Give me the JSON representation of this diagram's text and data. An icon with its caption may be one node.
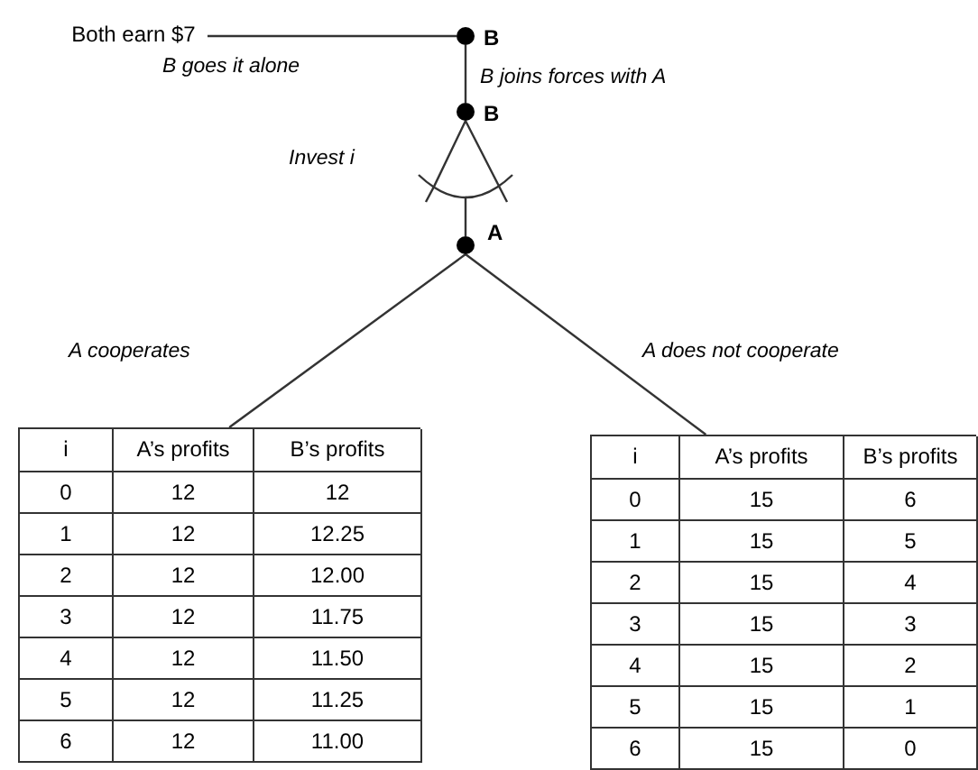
{
  "diagram": {
    "nodes": [
      {
        "text": [
          "Both earn $7"
        ]
      },
      {
        "text": [],
        "shape": "circle",
        "beside": [
          "B"
        ]
      },
      {
        "text": [],
        "shape": "circle",
        "beside": [
          "B"
        ]
      },
      {
        "text": [],
        "shape": "circle",
        "beside": [
          "A"
        ]
      },
      {
        "text": [
          "i",
          "A’s profits",
          "B’s profits",
          "0",
          "12",
          "12",
          "1",
          "12",
          "12.25",
          "2",
          "12",
          "12.00",
          "3",
          "12",
          "11.75",
          "4",
          "12",
          "11.50",
          "5",
          "12",
          "11.25",
          "6",
          "12",
          "11.00"
        ]
      },
      {
        "text": [
          "i",
          "A’s profits",
          "B’s profits",
          "0",
          "15",
          "6",
          "1",
          "15",
          "5",
          "2",
          "15",
          "4",
          "3",
          "15",
          "3",
          "4",
          "15",
          "2",
          "5",
          "15",
          "1",
          "6",
          "15",
          "0"
        ]
      }
    ],
    "edges": [
      {
        "from": 1,
        "to": 0,
        "arrow": "none",
        "label": "B goes it alone"
      },
      {
        "from": 1,
        "to": 2,
        "arrow": "none",
        "label": "B joins forces with A"
      },
      {
        "from": 2,
        "to": 3,
        "arrow": "none",
        "label": "Invest i"
      },
      {
        "from": 3,
        "to": 4,
        "arrow": "none",
        "label": "A cooperates"
      },
      {
        "from": 3,
        "to": 5,
        "arrow": "none",
        "label": "A does not cooperate"
      }
    ]
  }
}
